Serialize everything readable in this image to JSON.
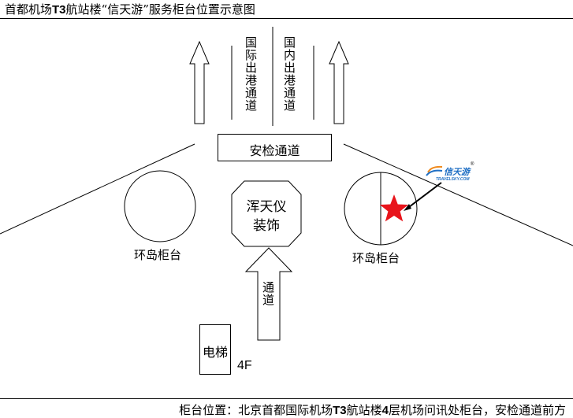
{
  "header": {
    "title_prefix": "首都机场",
    "title_terminal": "T3",
    "title_middle": "航站楼",
    "title_brand": "“信天游”",
    "title_suffix": "服务柜台位置示意图"
  },
  "diagram": {
    "intl_departure_channel": "国际出港通道",
    "domestic_departure_channel": "国内出港通道",
    "security_channel": "安检通道",
    "left_counter": "环岛柜台",
    "right_counter": "环岛柜台",
    "center_booth": [
      "浑天仪",
      "装饰"
    ],
    "passage": "通道",
    "elevator": "电梯",
    "floor": "4F",
    "logo_text": "信天游",
    "logo_subtext": "TRAVELSKY.COM",
    "logo_registered": "®"
  },
  "footer": {
    "part1": "柜台位置：北京首都国际机场",
    "part2": "T3",
    "part3": "航站楼",
    "part4": "4",
    "part5": "层机场问讯处柜台，安检通道前方"
  },
  "colors": {
    "star": "#e8141b",
    "logo_blue": "#1f6fc4",
    "logo_orange": "#f08a1c"
  }
}
